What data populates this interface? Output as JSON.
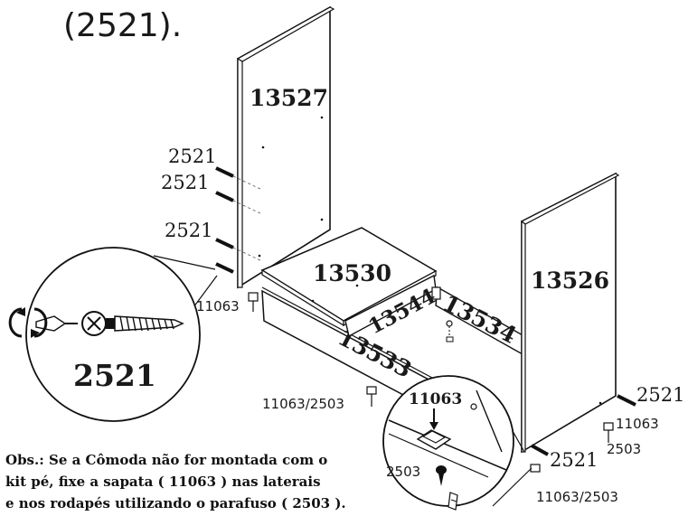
{
  "header_text": "(2521).",
  "parts": {
    "panel_left": "13527",
    "panel_right": "13526",
    "base_board": "13530",
    "front_rail": "13533",
    "inner_rail_a": "13544",
    "inner_rail_b": "13534"
  },
  "hardware": {
    "screw": "2521",
    "foot": "11063",
    "foot_screw": "2503",
    "foot_and_screw": "11063/2503"
  },
  "zoom_left_label": "2521",
  "zoom_right_label": "11063",
  "zoom_right_screw_label": "2503",
  "note": {
    "line1": "Obs.: Se a Cômoda não for montada com o",
    "line2": "kit pé, fixe a sapata ( 11063 ) nas laterais",
    "line3": "e nos rodapés utilizando o parafuso ( 2503 )."
  }
}
